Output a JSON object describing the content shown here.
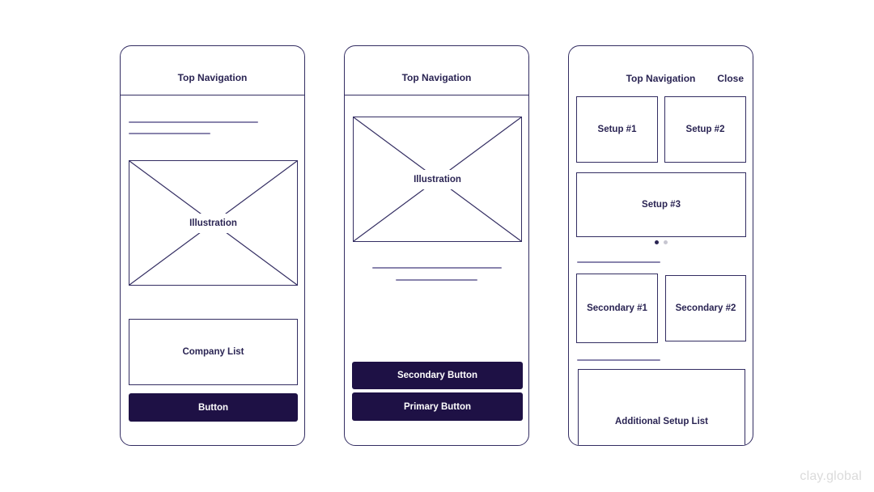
{
  "watermark": "clay.global",
  "colors": {
    "background": "#ffffff",
    "outline": "#332d62",
    "text": "#2a2453",
    "button_fill": "#1e1145",
    "button_text": "#ffffff",
    "placeholder_line": "#8984ad",
    "dot_active": "#2a2453",
    "dot_inactive": "#c7c6d1",
    "watermark_text": "#dbdbdb"
  },
  "screens": [
    {
      "nav": {
        "title": "Top Navigation"
      },
      "illustration_label": "Illustration",
      "company_list_label": "Company List",
      "button_label": "Button"
    },
    {
      "nav": {
        "title": "Top Navigation"
      },
      "illustration_label": "Illustration",
      "secondary_button_label": "Secondary Button",
      "primary_button_label": "Primary Button"
    },
    {
      "nav": {
        "title": "Top Navigation",
        "close_label": "Close"
      },
      "setup_cards": [
        "Setup #1",
        "Setup #2",
        "Setup #3"
      ],
      "carousel": {
        "dot_count": 2,
        "active_index": 0
      },
      "secondary_cards": [
        "Secondary #1",
        "Secondary #2"
      ],
      "additional_list_label": "Additional Setup List"
    }
  ]
}
